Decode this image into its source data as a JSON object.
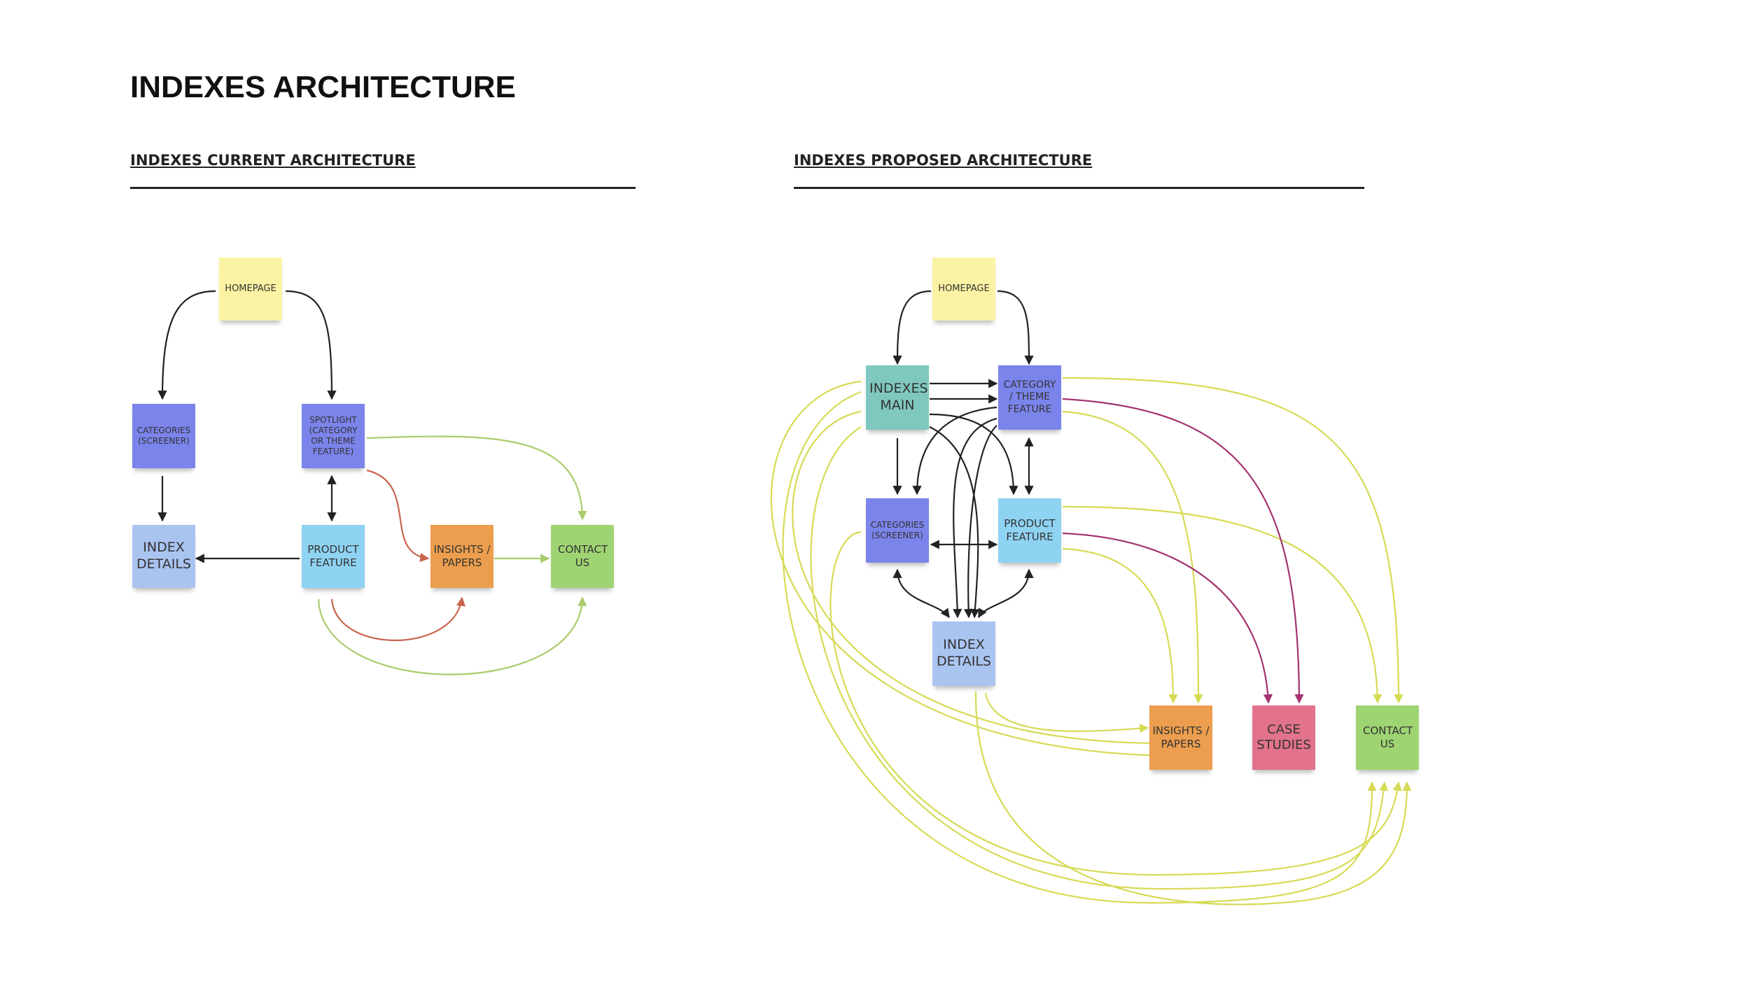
{
  "title": "INDEXES ARCHITECTURE",
  "current": {
    "heading": "INDEXES CURRENT ARCHITECTURE",
    "nodes": {
      "homepage": "HOMEPAGE",
      "categories": "CATEGORIES (SCREENER)",
      "spotlight": "SPOTLIGHT (CATEGORY OR THEME FEATURE)",
      "index_details": "INDEX DETAILS",
      "product_feature": "PRODUCT FEATURE",
      "insights": "INSIGHTS / PAPERS",
      "contact": "CONTACT US"
    }
  },
  "proposed": {
    "heading": "INDEXES PROPOSED ARCHITECTURE",
    "nodes": {
      "homepage": "HOMEPAGE",
      "indexes_main": "INDEXES MAIN",
      "category_theme": "CATEGORY / THEME FEATURE",
      "categories": "CATEGORIES (SCREENER)",
      "product_feature": "PRODUCT FEATURE",
      "index_details": "INDEX DETAILS",
      "insights": "INSIGHTS / PAPERS",
      "case_studies": "CASE STUDIES",
      "contact": "CONTACT US"
    }
  },
  "colors": {
    "homepage": "#fbf3a4",
    "categories": "#7b84ea",
    "index_details": "#aac4f0",
    "product_feature": "#8fd3f2",
    "insights": "#ec9e4e",
    "contact": "#9fd473",
    "indexes_main": "#7fc8bf",
    "case_studies": "#e2738b",
    "black_arrow": "#222222",
    "red_arrow": "#c9654e",
    "green_arrow": "#a9cc6c",
    "yellow_arrow": "#d7da55",
    "purple_arrow": "#a3336f"
  }
}
